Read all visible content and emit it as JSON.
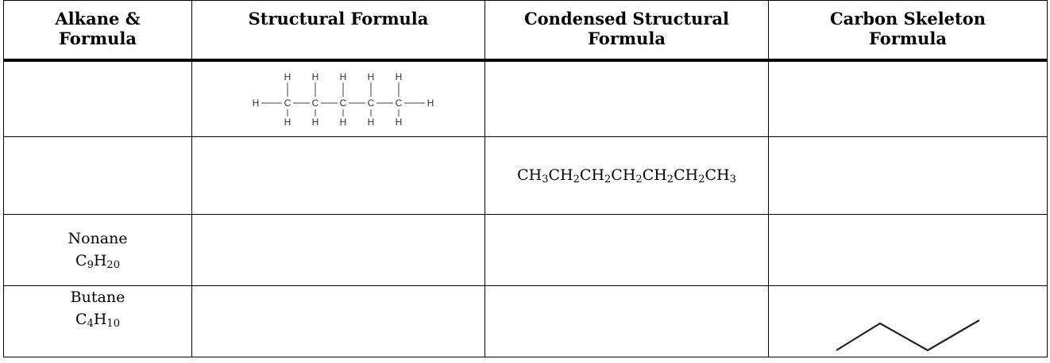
{
  "table": {
    "headers": [
      [
        "Alkane &",
        "Formula"
      ],
      [
        "Structural Formula"
      ],
      [
        "Condensed Structural",
        "Formula"
      ],
      [
        "Carbon Skeleton",
        "Formula"
      ]
    ],
    "structural_formula_row1": {
      "atom_H": "H",
      "atom_C": "C"
    },
    "condensed_row2": [
      "CH",
      "3",
      "CH",
      "2",
      "CH",
      "2",
      "CH",
      "2",
      "CH",
      "2",
      "CH",
      "2",
      "CH",
      "3"
    ],
    "nonane": {
      "name": "Nonane",
      "formula": [
        "C",
        "9",
        "H",
        "20"
      ]
    },
    "butane": {
      "name": "Butane",
      "formula": [
        "C",
        "4",
        "H",
        "10"
      ]
    }
  }
}
